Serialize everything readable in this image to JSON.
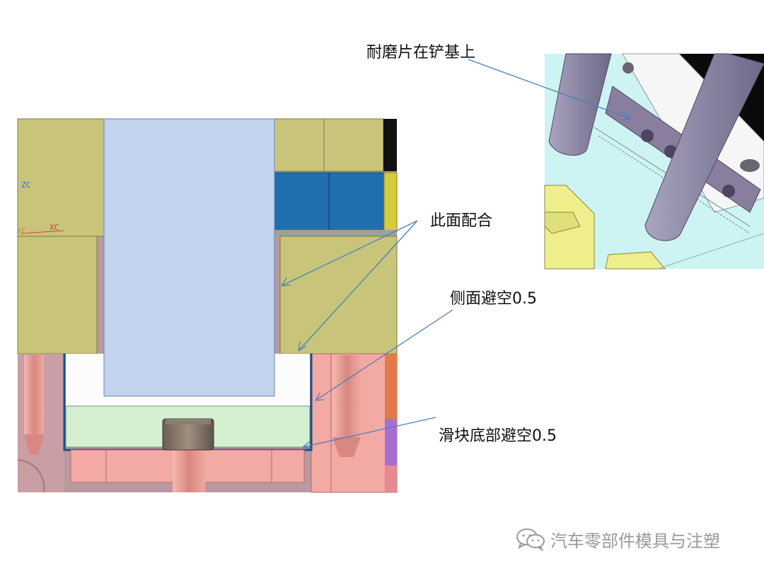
{
  "annotations": {
    "wear_plate": "耐磨片在铲基上",
    "fit_surface": "此面配合",
    "side_clearance": "侧面避空0.5",
    "bottom_clearance": "滑块底部避空0.5"
  },
  "cad_axes": {
    "zc": "ZC",
    "yc": "YC",
    "xc": "XC"
  },
  "watermark": {
    "text": "汽车零部件模具与注塑",
    "icon": "wechat-icon"
  },
  "colors": {
    "olive": "#c8c57a",
    "slider_blue": "#c3d3ee",
    "pink": "#f0a0a0",
    "mint": "#d4f0d0",
    "steel_blue": "#1f6fae",
    "arrow": "#4a7fc0",
    "cyan_bg": "#cdf3f3",
    "pin_purple": "#8e8aa4"
  }
}
